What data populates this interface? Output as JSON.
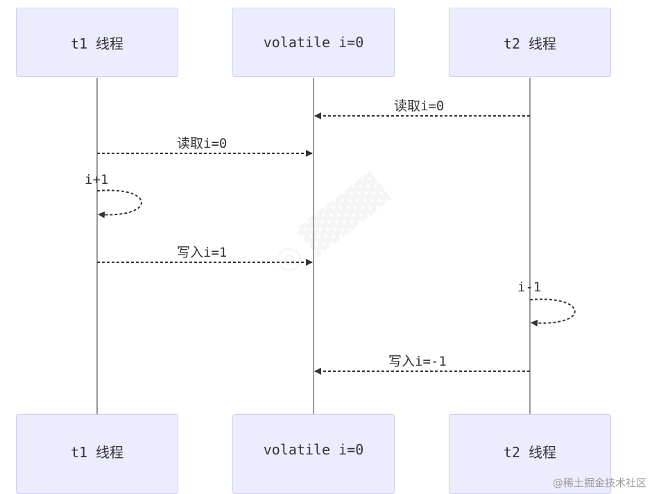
{
  "actors": {
    "t1": "t1 线程",
    "vol": "volatile i=0",
    "t2": "t2 线程"
  },
  "messages": [
    {
      "from": "t2",
      "to": "vol",
      "label": "读取i=0"
    },
    {
      "from": "t1",
      "to": "vol",
      "label": "读取i=0"
    },
    {
      "from": "t1",
      "to": "t1",
      "label": "i+1"
    },
    {
      "from": "t1",
      "to": "vol",
      "label": "写入i=1"
    },
    {
      "from": "t2",
      "to": "t2",
      "label": "i-1"
    },
    {
      "from": "t2",
      "to": "vol",
      "label": "写入i=-1"
    }
  ],
  "watermark": "@稀土掘金技术社区",
  "colors": {
    "actor_fill": "#ececff",
    "actor_border": "#cfcfee",
    "line": "#333333"
  }
}
